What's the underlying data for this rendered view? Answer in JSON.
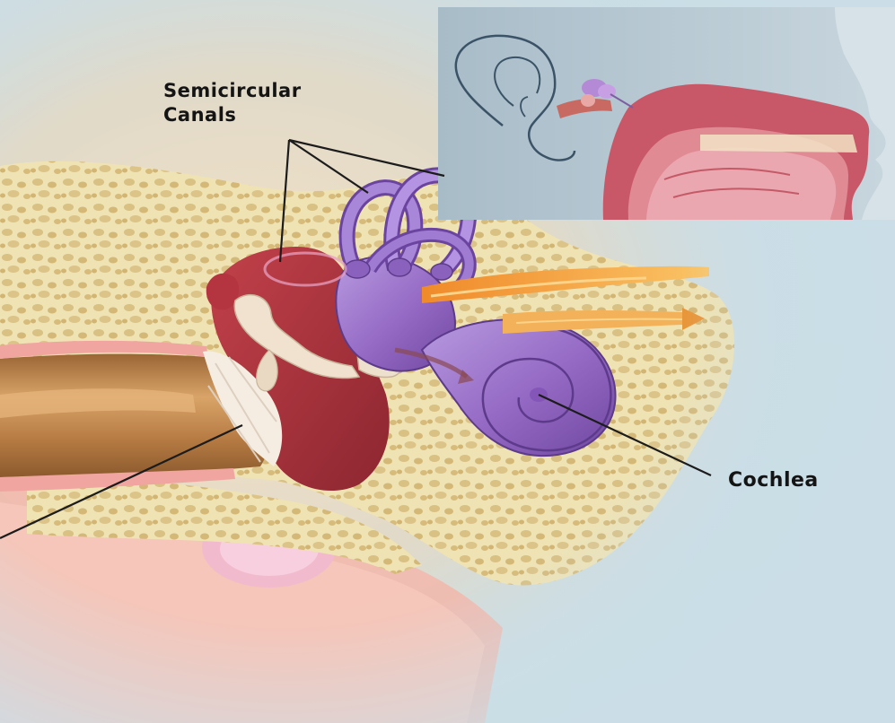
{
  "labels": {
    "semicircular_canals": "Semicircular\nCanals",
    "cochlea": "Cochlea"
  },
  "colors": {
    "background": "#c9dde6",
    "bone": "#efe3b4",
    "bone_pores": "#d7bd7c",
    "tissue_red": "#a83038",
    "inner_ear_purple": "#9a72c8",
    "nerve_orange": "#f4a63a",
    "ear_canal": "#c98d55",
    "eardrum": "#f6ede2",
    "inset_background": "#b7c8d2",
    "label_text": "#141414",
    "leader_lines": "#1c1c1c"
  },
  "icons": [
    "inner-ear-anatomy-illustration",
    "ear-location-inset-illustration"
  ]
}
